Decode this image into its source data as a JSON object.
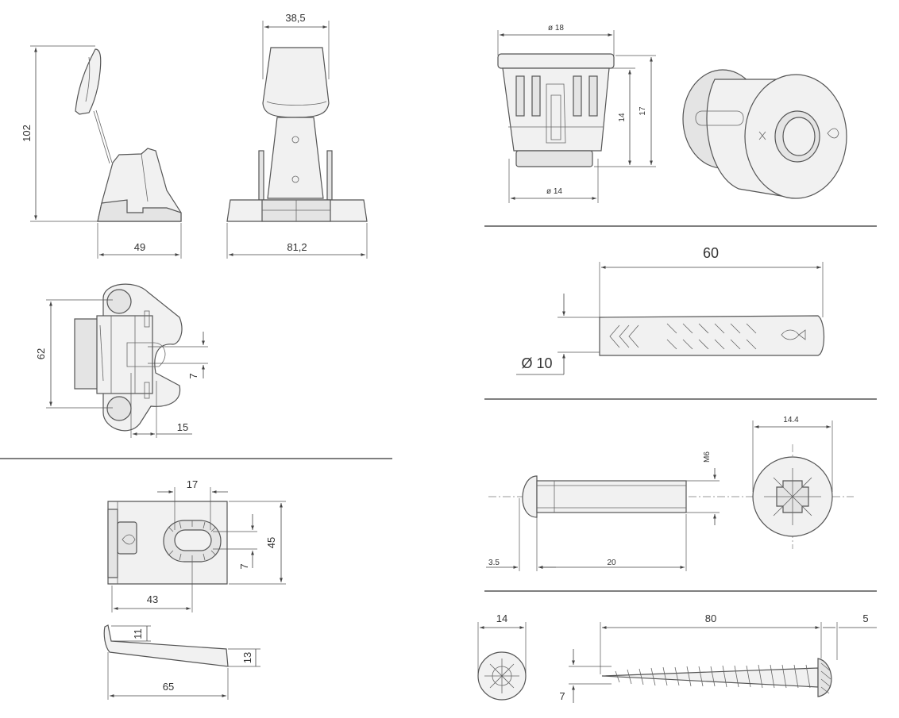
{
  "dimensions": {
    "bracket_height": "102",
    "bracket_width": "49",
    "bracket_top_width": "38,5",
    "bracket_base_width": "81,2",
    "bracket_plan_height": "62",
    "bracket_slot_width": "7",
    "bracket_slot_offset": "15",
    "clip_slot_width": "17",
    "clip_height": "45",
    "clip_slot_height": "7",
    "clip_offset": "43",
    "wedge_top_thickness": "11",
    "wedge_end_thickness": "13",
    "wedge_length": "65",
    "cap_outer_diameter": "ø 18",
    "cap_inner_diameter": "ø 14",
    "cap_body_height": "14",
    "cap_total_height": "17",
    "plug_length": "60",
    "plug_diameter": "Ø 10",
    "bolt_head_diameter": "14.4",
    "bolt_thread": "M6",
    "bolt_head_height": "3.5",
    "bolt_length": "20",
    "screw_head_diameter": "14",
    "screw_length": "80",
    "screw_head_height": "5",
    "screw_core": "7"
  }
}
